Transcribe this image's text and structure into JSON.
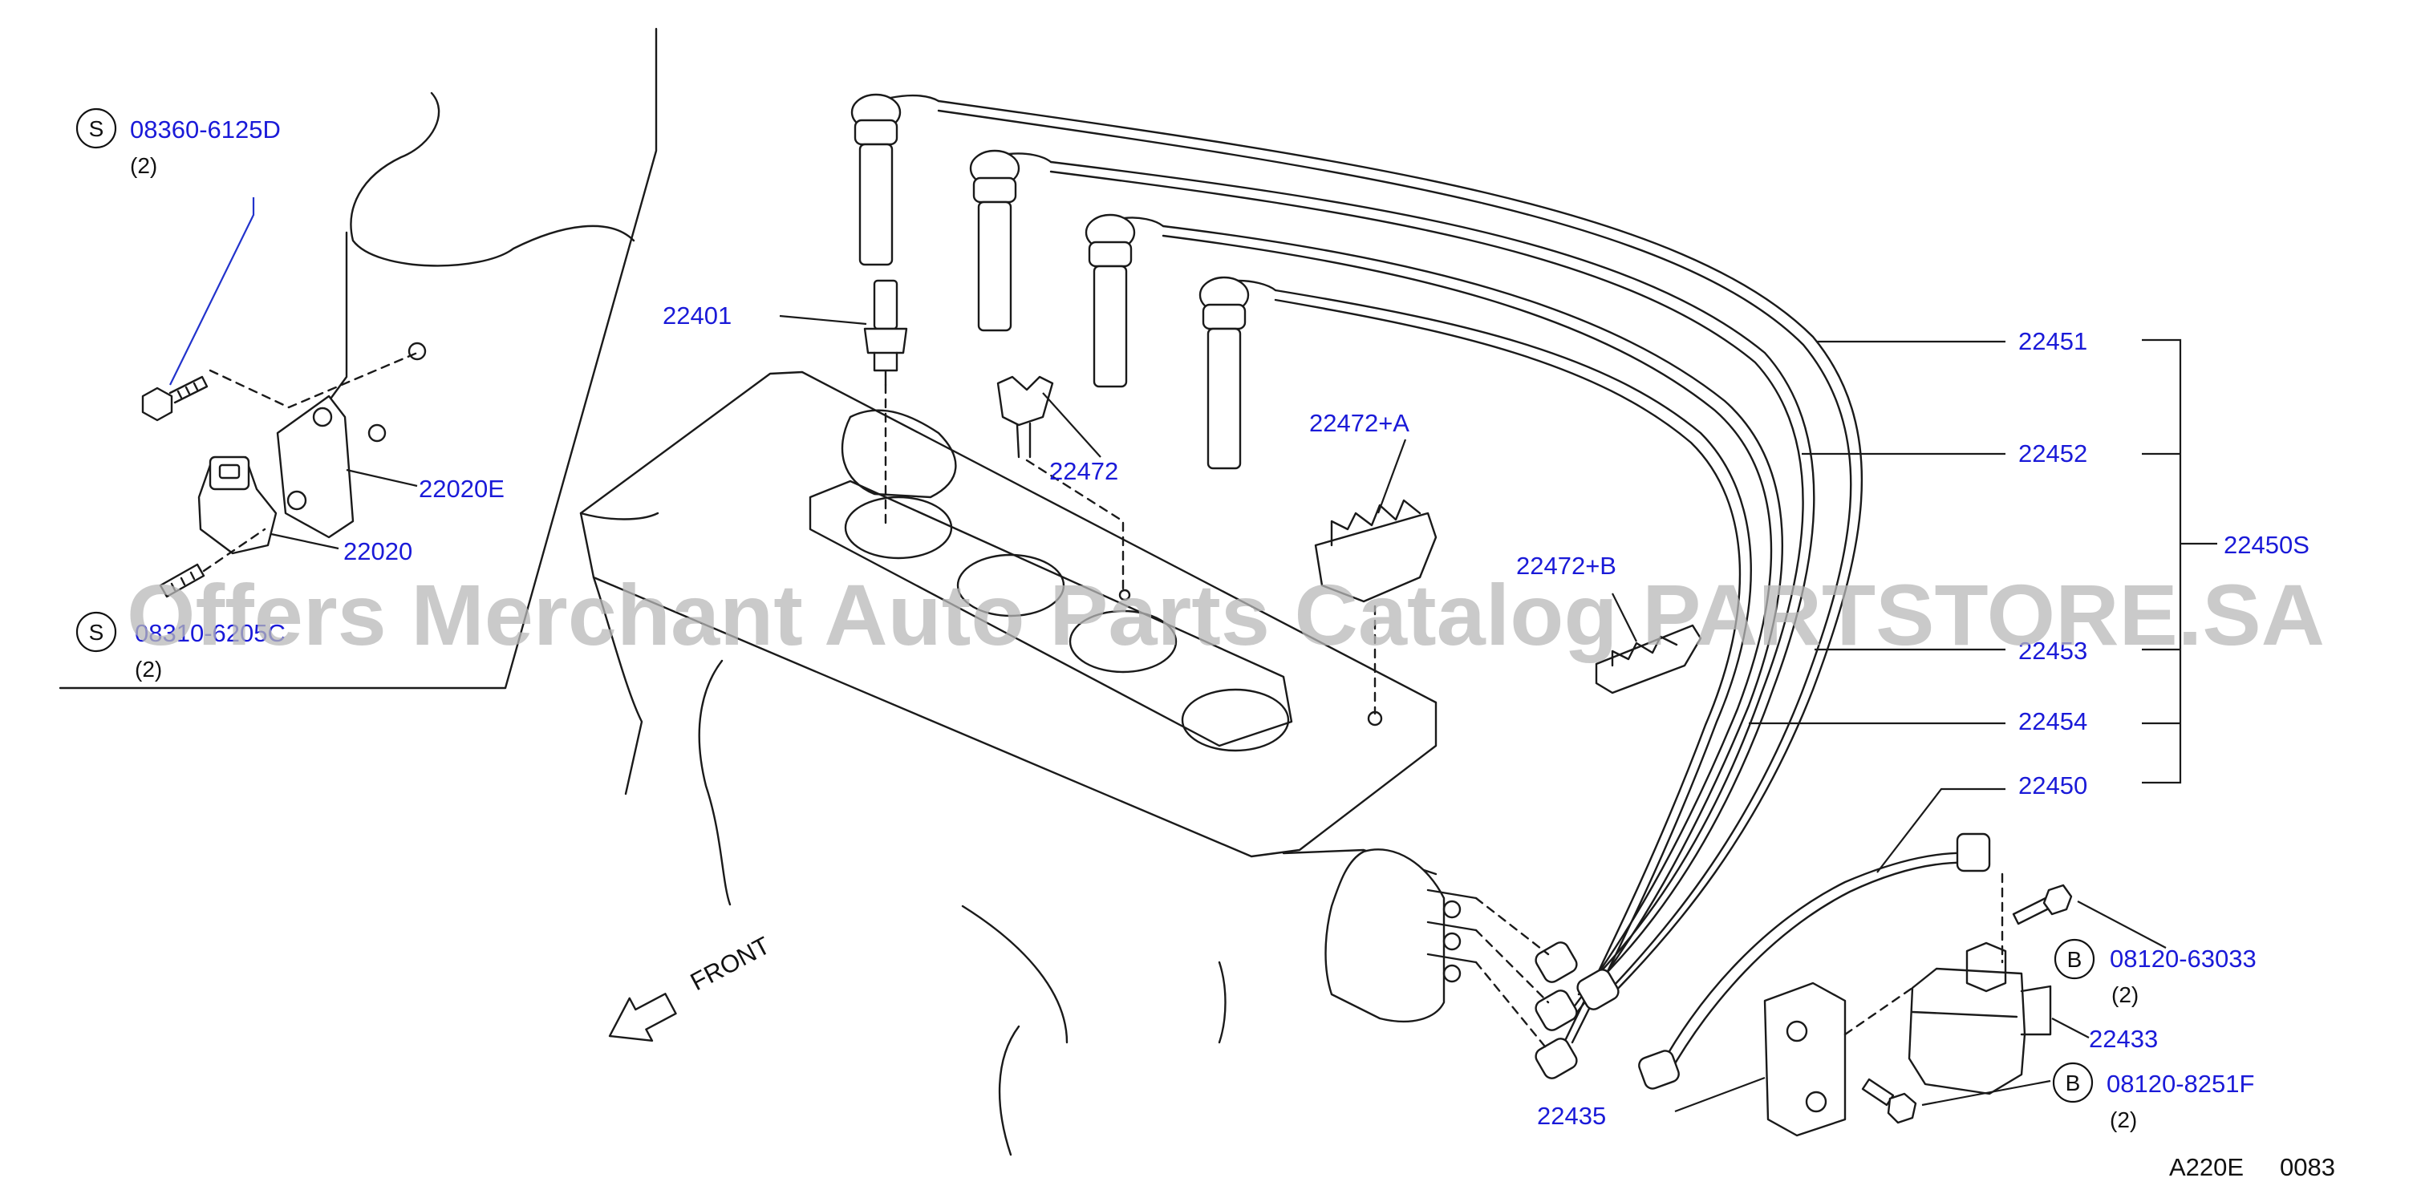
{
  "callouts": {
    "bolt_upper_left": "08360-6125D",
    "bolt_lower_left": "08310-6205C",
    "spark_plug": "22401",
    "sensor_bracket": "22020E",
    "sensor": "22020",
    "clamp": "22472",
    "clamp_a": "22472+A",
    "clamp_b": "22472+B",
    "cord_1": "22451",
    "cord_2": "22452",
    "cord_3": "22453",
    "cord_4": "22454",
    "cord_coil": "22450",
    "cord_set": "22450S",
    "coil": "22433",
    "coil_bracket": "22435",
    "coil_bolt_1": "08120-63033",
    "coil_bolt_2": "08120-8251F"
  },
  "quantities": {
    "bolt_upper_left": "(2)",
    "bolt_lower_left": "(2)",
    "coil_bolt_1": "(2)",
    "coil_bolt_2": "(2)"
  },
  "symbols": {
    "s_upper": "S",
    "s_lower": "S",
    "b_upper": "B",
    "b_lower": "B"
  },
  "labels": {
    "front": "FRONT",
    "diagram_code": "A220E",
    "sheet_number": "0083"
  },
  "watermark": "Offers Merchant Auto Parts Catalog PARTSTORE.SA",
  "colors": {
    "callout_text": "#1a1ad8",
    "line_art": "#1a1a1a",
    "watermark": "#b8b8b8",
    "background": "#ffffff"
  },
  "icons": {
    "front_direction": "hollow-arrow-icon",
    "service_symbol": "circled-s-icon",
    "bolt_symbol": "circled-b-icon"
  }
}
